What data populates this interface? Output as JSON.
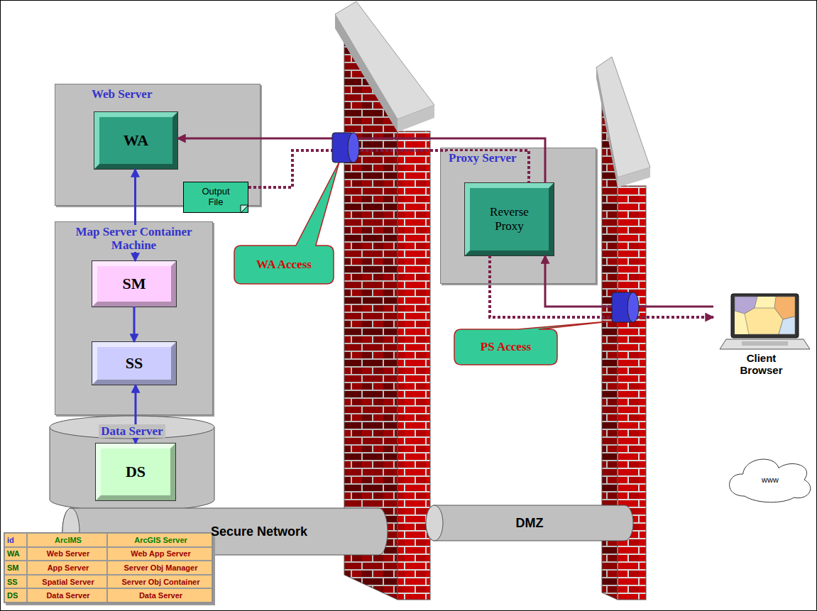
{
  "diagram": {
    "nodes": [
      {
        "text": [
          "Web Server"
        ]
      },
      {
        "text": [
          "WA"
        ],
        "in": 0
      },
      {
        "text": [
          "Output File"
        ],
        "in": 0
      },
      {
        "text": [
          "Map Server Container Machine"
        ]
      },
      {
        "text": [
          "SM"
        ],
        "in": 3
      },
      {
        "text": [
          "SS"
        ],
        "in": 3
      },
      {
        "text": [
          "Data Server"
        ]
      },
      {
        "text": [
          "DS"
        ],
        "in": 6
      },
      {
        "text": [
          "WA Access"
        ]
      },
      {
        "text": [
          "Proxy Server"
        ]
      },
      {
        "text": [
          "Reverse Proxy"
        ],
        "in": 9
      },
      {
        "text": [
          "PS Access"
        ]
      },
      {
        "text": [
          "Client Browser"
        ]
      },
      {
        "text": [
          "www"
        ]
      },
      {
        "text": [
          "Secure Network"
        ]
      },
      {
        "text": [
          "DMZ"
        ]
      }
    ],
    "edges": [
      {
        "from": 1,
        "to": 4,
        "arrow": "both"
      },
      {
        "from": 4,
        "to": 5,
        "arrow": "to"
      },
      {
        "from": 5,
        "to": 7,
        "arrow": "both"
      },
      {
        "from": 12,
        "to": 10,
        "arrow": "to"
      },
      {
        "from": 10,
        "to": 1,
        "arrow": "to"
      },
      {
        "from": 2,
        "to": 10,
        "arrow": "none"
      },
      {
        "from": 10,
        "to": 12,
        "arrow": "to"
      }
    ],
    "labels": [
      "id",
      "ArcIMS",
      "ArcGIS Server",
      "WA",
      "Web Server",
      "Web App Server",
      "SM",
      "App Server",
      "Server Obj Manager",
      "SS",
      "Spatial Server",
      "Server Obj Container",
      "DS",
      "Data Server",
      "Data Server"
    ]
  }
}
